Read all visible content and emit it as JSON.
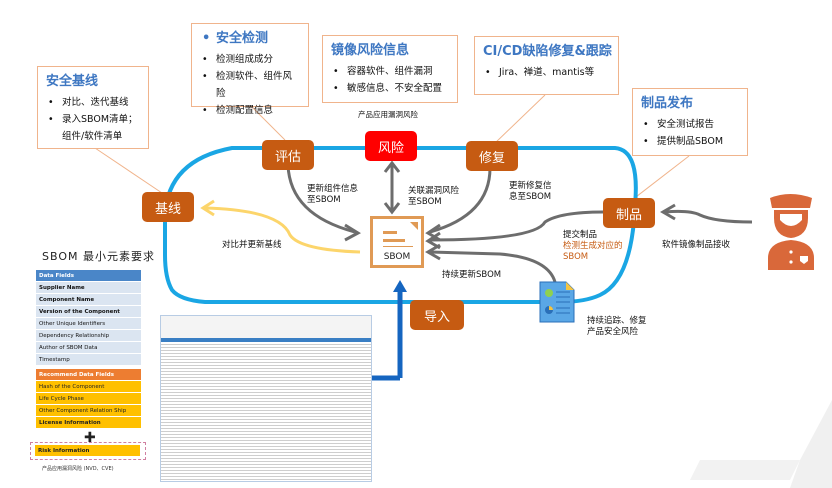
{
  "callouts": {
    "baseline": {
      "title": "安全基线",
      "items": [
        "对比、迭代基线",
        "录入SBOM清单；组件/软件清单"
      ]
    },
    "detection": {
      "title": "安全检测",
      "items": [
        "检测组成成分",
        "检测软件、组件风险",
        "检测配置信息"
      ]
    },
    "image_risk": {
      "title": "镜像风险信息",
      "items": [
        "容器软件、组件漏洞",
        "敏感信息、不安全配置"
      ]
    },
    "cicd": {
      "title": "CI/CD缺陷修复&跟踪",
      "items": [
        "Jira、禅道、mantis等"
      ]
    },
    "release": {
      "title": "制品发布",
      "items": [
        "安全测试报告",
        "提供制品SBOM"
      ]
    }
  },
  "nodes": {
    "assess": "评估",
    "risk": "风险",
    "fix": "修复",
    "baseline": "基线",
    "artifact": "制品",
    "import": "导入",
    "sbom": "SBOM"
  },
  "labels": {
    "product_vuln_risk": "产品应用漏洞风险",
    "update_component": [
      "更新组件信息",
      "至SBOM"
    ],
    "link_vuln": [
      "关联漏洞风险",
      "至SBOM"
    ],
    "update_fix": [
      "更新修复信",
      "息至SBOM"
    ],
    "compare_baseline": "对比并更新基线",
    "submit_artifact": "提交制品",
    "detect_generate": [
      "检测生成对应的",
      "SBOM"
    ],
    "image_receive": "软件镜像制品接收",
    "continuous_update": "持续更新SBOM",
    "continuous_track": [
      "持续追踪、修复",
      "产品安全风险"
    ]
  },
  "sbom_requirements": {
    "title": "SBOM 最小元素要求",
    "data_fields_header": "Data Fields",
    "data_fields": [
      {
        "label": "Supplier Name",
        "bold": true
      },
      {
        "label": "Component Name",
        "bold": true
      },
      {
        "label": "Version of the Component",
        "bold": true
      },
      {
        "label": "Other Unique Identifiers",
        "bold": false
      },
      {
        "label": "Dependency Relationship",
        "bold": false
      },
      {
        "label": "Author of SBOM Data",
        "bold": false
      },
      {
        "label": "Timestamp",
        "bold": false
      }
    ],
    "recommend_header": "Recommend Data Fields",
    "recommend_fields": [
      {
        "label": "Hash of the Component",
        "bold": false
      },
      {
        "label": "Life Cycle Phase",
        "bold": false
      },
      {
        "label": "Other Component Relation Ship",
        "bold": false
      },
      {
        "label": "License Information",
        "bold": true
      }
    ],
    "plus": "✚",
    "risk_field": "Risk Information",
    "risk_note": "产品应用漏洞风险 (NVD、CVE)"
  },
  "colors": {
    "loop": "#1aa6e4",
    "node": "#c65b12",
    "risk_node": "#ff0000",
    "arrow_gray": "#6d6d6d",
    "arrow_yellow": "#fcd56b",
    "import_arrow": "#1565c0",
    "callout_border": "#f0b48c",
    "title_blue": "#3e77c2",
    "person": "#d9683a"
  }
}
